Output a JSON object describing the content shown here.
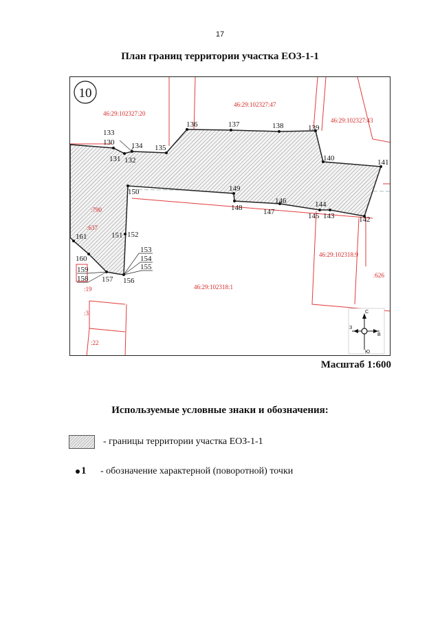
{
  "page_number": "17",
  "title": "План границ территории участка ЕОЗ-1-1",
  "map": {
    "sheet_number": "10",
    "colors": {
      "parcel_line": "#e23a3a",
      "parcel_text": "#d42a2a",
      "boundary": "#222222",
      "hatch": "#9e9e9e"
    },
    "parcel_labels": [
      "46:29:102327:20",
      "46:29:102327:47",
      "46:29:102327:43",
      "46:29:102318:9",
      "46:29:102318:1",
      ":790",
      ":637",
      ":626",
      ":19",
      ":3",
      ":22"
    ],
    "points": [
      "130",
      "131",
      "132",
      "133",
      "134",
      "135",
      "136",
      "137",
      "138",
      "139",
      "140",
      "141",
      "142",
      "143",
      "144",
      "145",
      "146",
      "147",
      "148",
      "149",
      "150",
      "151",
      "152",
      "153",
      "154",
      "155",
      "156",
      "157",
      "158",
      "159",
      "160",
      "161"
    ],
    "compass": {
      "north": "С",
      "south": "Ю",
      "west": "З",
      "east": "В"
    }
  },
  "scale": "Масштаб 1:600",
  "legend": {
    "title": "Используемые условные знаки и обозначения:",
    "boundary_text": "- границы территории участка ЕОЗ-1-1",
    "point_label": "1",
    "point_text": "- обозначение характерной (поворотной) точки"
  }
}
